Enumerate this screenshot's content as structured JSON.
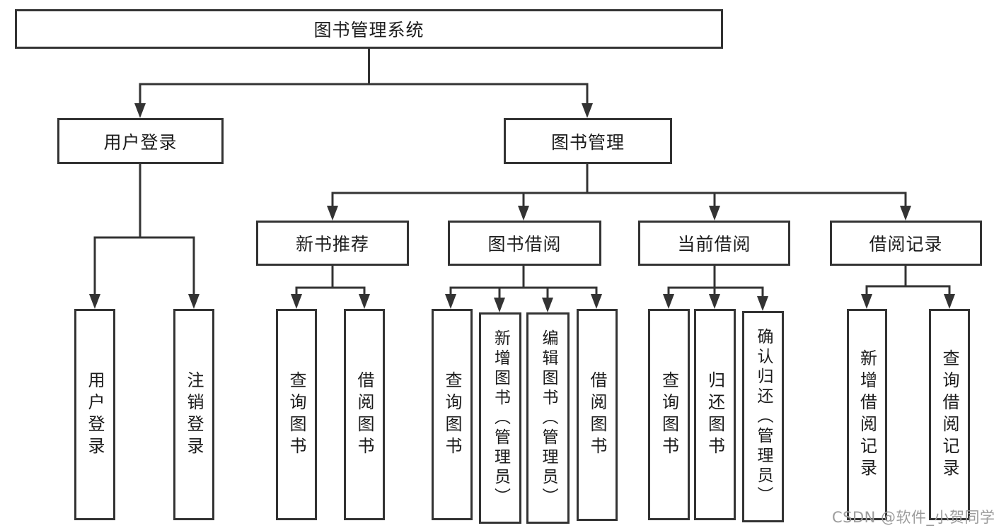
{
  "diagram": {
    "root": {
      "label": "图书管理系统"
    },
    "branches": [
      {
        "label": "用户登录",
        "children": [
          "用户登录",
          "注销登录"
        ]
      },
      {
        "label": "图书管理",
        "groups": [
          {
            "label": "新书推荐",
            "children": [
              "查询图书",
              "借阅图书"
            ]
          },
          {
            "label": "图书借阅",
            "children": [
              "查询图书",
              "新增图书（管理员）",
              "编辑图书（管理员）",
              "借阅图书"
            ]
          },
          {
            "label": "当前借阅",
            "children": [
              "查询图书",
              "归还图书",
              "确认归还（管理员）"
            ]
          },
          {
            "label": "借阅记录",
            "children": [
              "新增借阅记录",
              "查询借阅记录"
            ]
          }
        ]
      }
    ],
    "watermark": "CSDN @软件_小贺同学",
    "colors": {
      "line": "#333333",
      "text": "#1c1c1c",
      "watermark": "#9c9c9c",
      "background": "#ffffff"
    }
  }
}
